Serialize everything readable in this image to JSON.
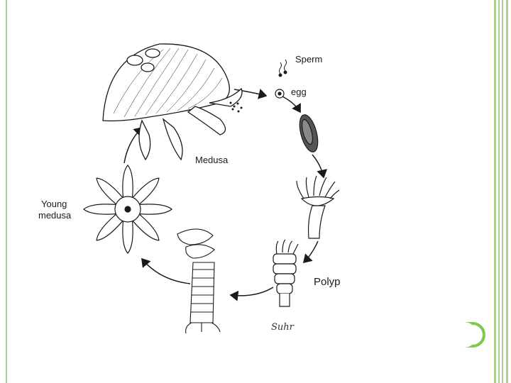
{
  "diagram": {
    "labels": {
      "sperm": "Sperm",
      "egg": "egg",
      "medusa": "Medusa",
      "young_medusa_line1": "Young",
      "young_medusa_line2": "medusa",
      "polyp": "Polyp"
    },
    "signature": "Suhr"
  },
  "colors": {
    "frame_green": "#a9d08e",
    "accent_green": "#7ec850",
    "ink": "#1a1a1a"
  }
}
